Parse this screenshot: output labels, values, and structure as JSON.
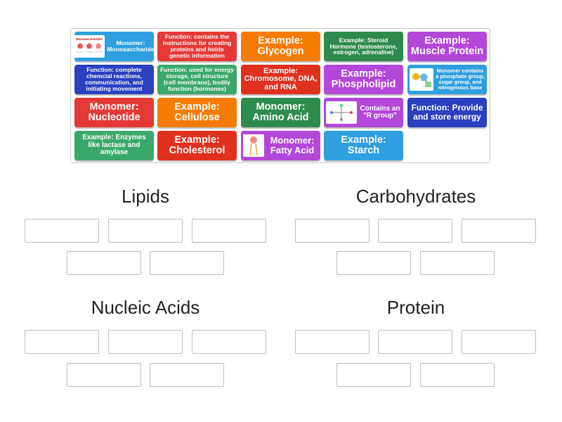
{
  "cards": [
    {
      "text": "Monomer: Monosaccharide",
      "color": "#2f9fe0",
      "thumb": "monosaccharide-diagram",
      "thumb_label": "Monosaccharides"
    },
    {
      "text": "Function: contains the instructions for creating proteins and holds genetic information",
      "color": "#e53935"
    },
    {
      "text": "Example: Glycogen",
      "color": "#f57c00"
    },
    {
      "text": "Example: Steroid Hormone (testosterone, estrogen, adrenaline)",
      "color": "#2e8b4e"
    },
    {
      "text": "Example: Muscle Protein",
      "color": "#b347d9"
    },
    {
      "text": "Function: complete chemcial reactions, communication, and initiating movement",
      "color": "#2b3fbf"
    },
    {
      "text": "Function: used for energy storage, cell structure (cell membrane), bodily function (hormones)",
      "color": "#3aa86b"
    },
    {
      "text": "Example: Chromosome, DNA, and RNA",
      "color": "#e0301e"
    },
    {
      "text": "Example: Phospholipid",
      "color": "#b347d9"
    },
    {
      "text": "Monomer contains a phosphate group, sugar group, and nitrogenous base",
      "color": "#2f9fe0",
      "thumb": "nucleotide-diagram"
    },
    {
      "text": "Monomer: Nucleotide",
      "color": "#e53935"
    },
    {
      "text": "Example: Cellulose",
      "color": "#f57c00"
    },
    {
      "text": "Monomer: Amino Acid",
      "color": "#2e8b4e"
    },
    {
      "text": "Contains an \"R group\"",
      "color": "#b347d9",
      "thumb": "amino-acid-diagram"
    },
    {
      "text": "Function: Provide and store energy",
      "color": "#2b3fbf"
    },
    {
      "text": "Example: Enzymes like lactase and amylase",
      "color": "#3aa86b"
    },
    {
      "text": "Example: Cholesterol",
      "color": "#e0301e"
    },
    {
      "text": "Monomer: Fatty Acid",
      "color": "#b347d9",
      "thumb": "fatty-acid-diagram"
    },
    {
      "text": "Example: Starch",
      "color": "#2f9fe0"
    }
  ],
  "groups": {
    "lipids": "Lipids",
    "carbohydrates": "Carbohydrates",
    "nucleic_acids": "Nucleic Acids",
    "protein": "Protein"
  }
}
